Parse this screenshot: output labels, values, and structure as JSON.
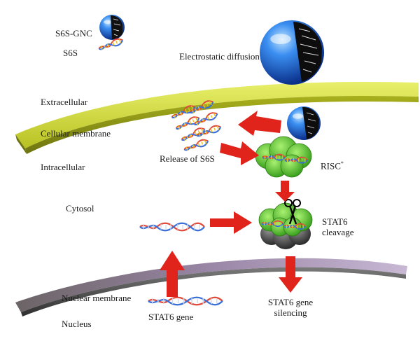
{
  "legend": {
    "gnc_label": "S6S-GNC",
    "s6s_label": "S6S"
  },
  "labels": {
    "electrostatic": "Electrostatic diffusion",
    "extracellular": "Extracellular",
    "cellular_membrane": "Cellular membrane",
    "intracellular": "Intracellular",
    "release": "Release of S6S",
    "risc": "RISC",
    "risc_sup": "*",
    "cytosol": "Cytosol",
    "cleavage_line1": "STAT6",
    "cleavage_line2": "cleavage",
    "nuclear_membrane": "Nuclear membrane",
    "nucleus": "Nucleus",
    "stat6_gene": "STAT6 gene",
    "silencing_line1": "STAT6 gene",
    "silencing_line2": "silencing"
  },
  "colors": {
    "arrow": "#e0241b",
    "cell_membrane": "#c7d12a",
    "nuclear_membrane": "#8a7896",
    "nanoparticle": "#1e73d8",
    "risc_complex": "#6ad43a"
  }
}
